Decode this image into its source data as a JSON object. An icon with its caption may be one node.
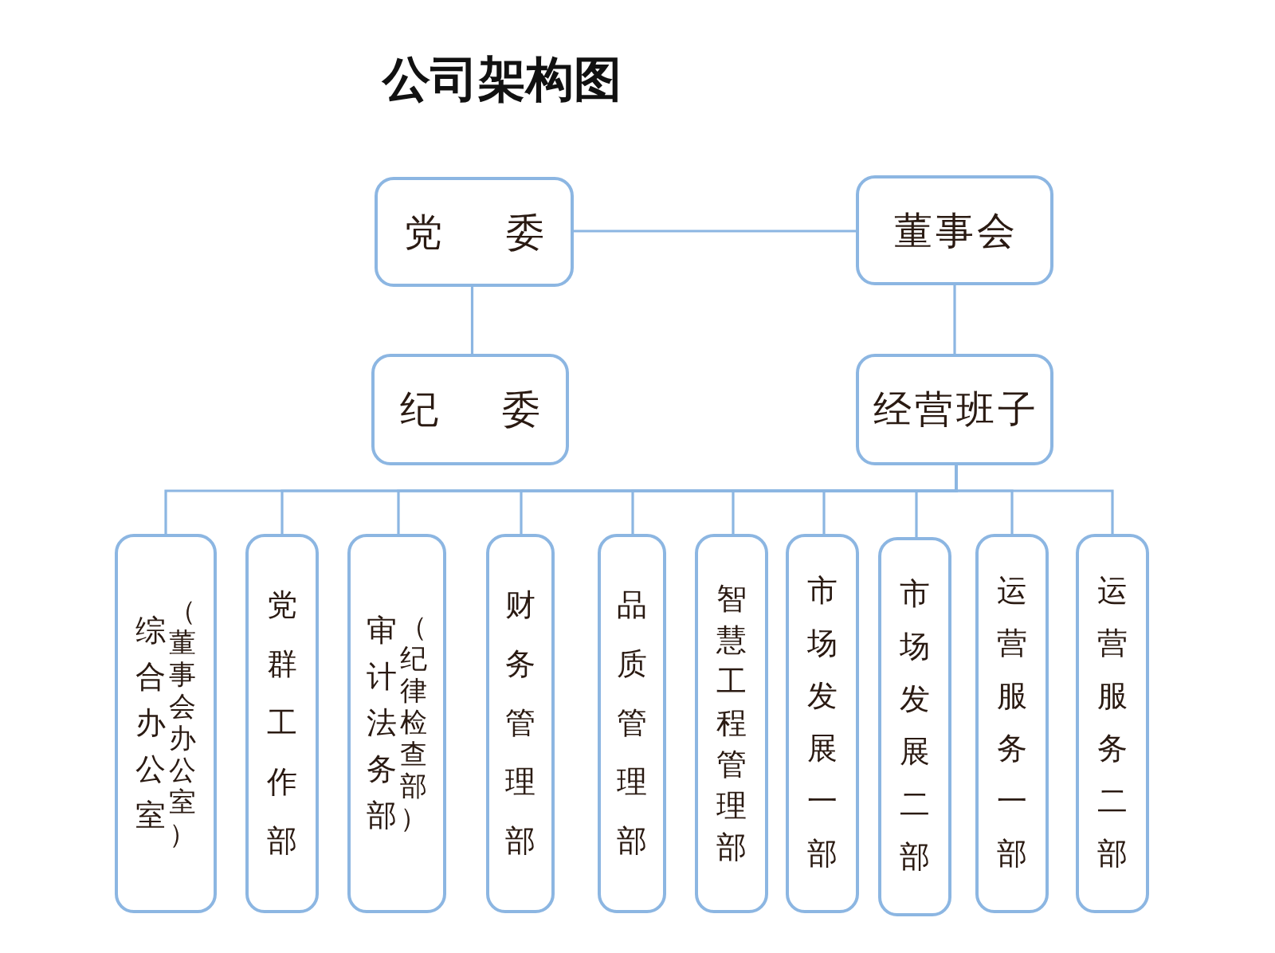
{
  "diagram": {
    "title": "公司架构图",
    "nodes": [
      {
        "text": [
          "党委"
        ]
      },
      {
        "text": [
          "董事会"
        ]
      },
      {
        "text": [
          "纪委"
        ]
      },
      {
        "text": [
          "经营班子"
        ]
      },
      {
        "text": [
          "综合办公室",
          "（董事会办公室）"
        ]
      },
      {
        "text": [
          "党群工作部"
        ]
      },
      {
        "text": [
          "审计法务部",
          "（纪律检查部）"
        ]
      },
      {
        "text": [
          "财务管理部"
        ]
      },
      {
        "text": [
          "品质管理部"
        ]
      },
      {
        "text": [
          "智慧工程管理部"
        ]
      },
      {
        "text": [
          "市场发展一部"
        ]
      },
      {
        "text": [
          "市场发展二部"
        ]
      },
      {
        "text": [
          "运营服务一部"
        ]
      },
      {
        "text": [
          "运营服务二部"
        ]
      }
    ],
    "edges": [
      {
        "from": 0,
        "to": 1,
        "arrow": "none"
      },
      {
        "from": 0,
        "to": 2,
        "arrow": "none"
      },
      {
        "from": 1,
        "to": 3,
        "arrow": "none"
      },
      {
        "from": 3,
        "to": 4,
        "arrow": "none"
      },
      {
        "from": 3,
        "to": 5,
        "arrow": "none"
      },
      {
        "from": 3,
        "to": 6,
        "arrow": "none"
      },
      {
        "from": 3,
        "to": 7,
        "arrow": "none"
      },
      {
        "from": 3,
        "to": 8,
        "arrow": "none"
      },
      {
        "from": 3,
        "to": 9,
        "arrow": "none"
      },
      {
        "from": 3,
        "to": 10,
        "arrow": "none"
      },
      {
        "from": 3,
        "to": 11,
        "arrow": "none"
      },
      {
        "from": 3,
        "to": 12,
        "arrow": "none"
      },
      {
        "from": 3,
        "to": 13,
        "arrow": "none"
      }
    ]
  }
}
